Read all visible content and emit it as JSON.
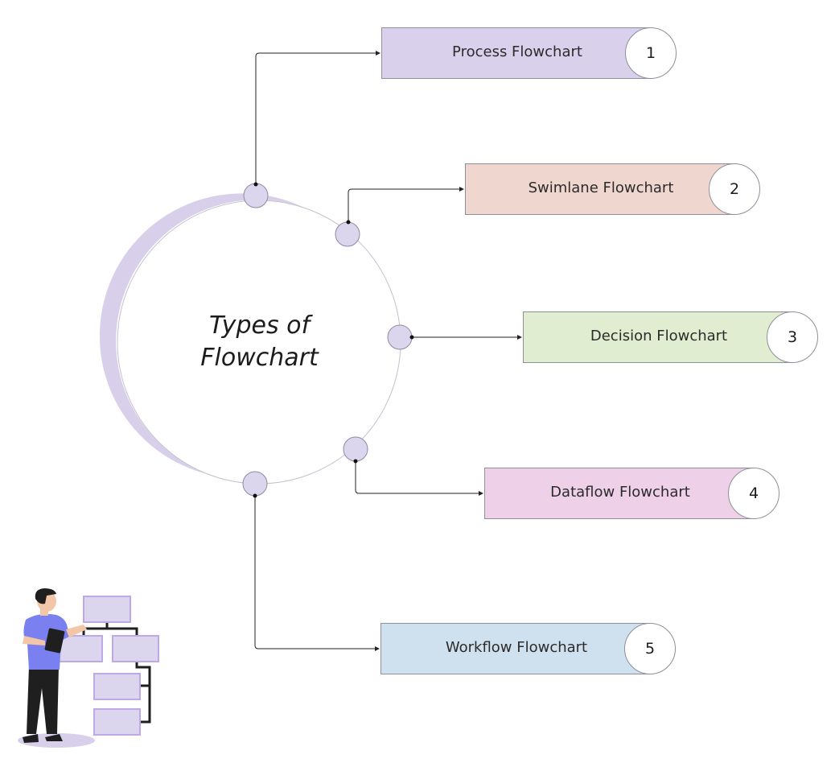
{
  "diagram": {
    "title_line_1": "Types of",
    "title_line_2": "Flowchart"
  },
  "colors": {
    "ring_accent": "#d8cfeb",
    "node_fill": "#dcd5ee",
    "process": "#d9d0ec",
    "swimlane": "#efd6cf",
    "decision": "#e0edd1",
    "dataflow": "#eed0e8",
    "workflow": "#cfe0ee"
  },
  "types": [
    {
      "label": "Process Flowchart",
      "number": "1"
    },
    {
      "label": "Swimlane Flowchart",
      "number": "2"
    },
    {
      "label": "Decision Flowchart",
      "number": "3"
    },
    {
      "label": "Dataflow Flowchart",
      "number": "4"
    },
    {
      "label": "Workflow Flowchart",
      "number": "5"
    }
  ]
}
